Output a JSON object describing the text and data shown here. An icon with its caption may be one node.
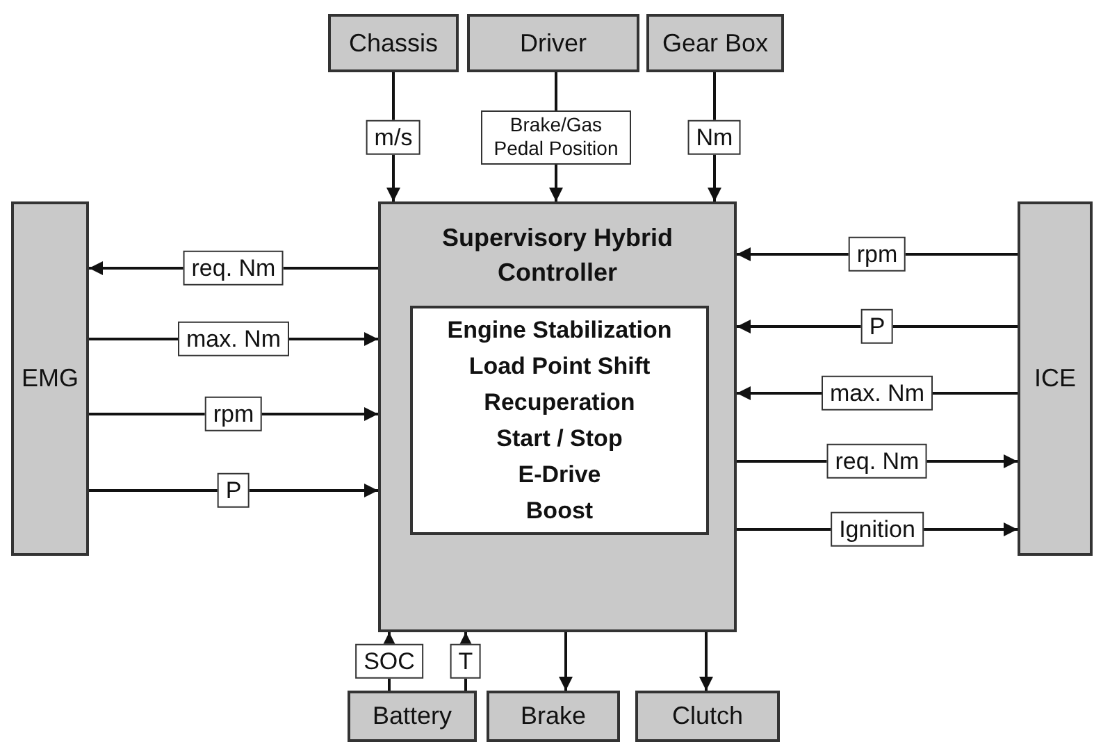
{
  "diagram": {
    "nodes": [
      {
        "text": [
          "Chassis"
        ]
      },
      {
        "text": [
          "Driver"
        ]
      },
      {
        "text": [
          "Gear Box"
        ]
      },
      {
        "text": [
          "Supervisory Hybrid Controller"
        ]
      },
      {
        "text": [
          "Engine Stabilization",
          "Load Point Shift",
          "Recuperation",
          "Start / Stop",
          "E-Drive",
          "Boost"
        ],
        "in": 3
      },
      {
        "text": [
          "EMG"
        ]
      },
      {
        "text": [
          "ICE"
        ]
      },
      {
        "text": [
          "Battery"
        ]
      },
      {
        "text": [
          "Brake"
        ]
      },
      {
        "text": [
          "Clutch"
        ]
      }
    ],
    "edges": [
      {
        "from": 0,
        "to": 3,
        "arrow": "to",
        "label": "m/s"
      },
      {
        "from": 1,
        "to": 3,
        "arrow": "to",
        "label": "Brake/Gas Pedal Position"
      },
      {
        "from": 2,
        "to": 3,
        "arrow": "to",
        "label": "Nm"
      },
      {
        "from": 3,
        "to": 5,
        "arrow": "to",
        "label": "req. Nm"
      },
      {
        "from": 5,
        "to": 3,
        "arrow": "to",
        "label": "max. Nm"
      },
      {
        "from": 5,
        "to": 3,
        "arrow": "to",
        "label": "rpm"
      },
      {
        "from": 5,
        "to": 3,
        "arrow": "to",
        "label": "P"
      },
      {
        "from": 6,
        "to": 3,
        "arrow": "to",
        "label": "rpm"
      },
      {
        "from": 6,
        "to": 3,
        "arrow": "to",
        "label": "P"
      },
      {
        "from": 6,
        "to": 3,
        "arrow": "to",
        "label": "max. Nm"
      },
      {
        "from": 3,
        "to": 6,
        "arrow": "to",
        "label": "req. Nm"
      },
      {
        "from": 3,
        "to": 6,
        "arrow": "to",
        "label": "Ignition"
      },
      {
        "from": 7,
        "to": 3,
        "arrow": "to",
        "label": "SOC"
      },
      {
        "from": 7,
        "to": 3,
        "arrow": "to",
        "label": "T"
      },
      {
        "from": 3,
        "to": 8,
        "arrow": "to"
      },
      {
        "from": 3,
        "to": 9,
        "arrow": "to"
      }
    ]
  }
}
